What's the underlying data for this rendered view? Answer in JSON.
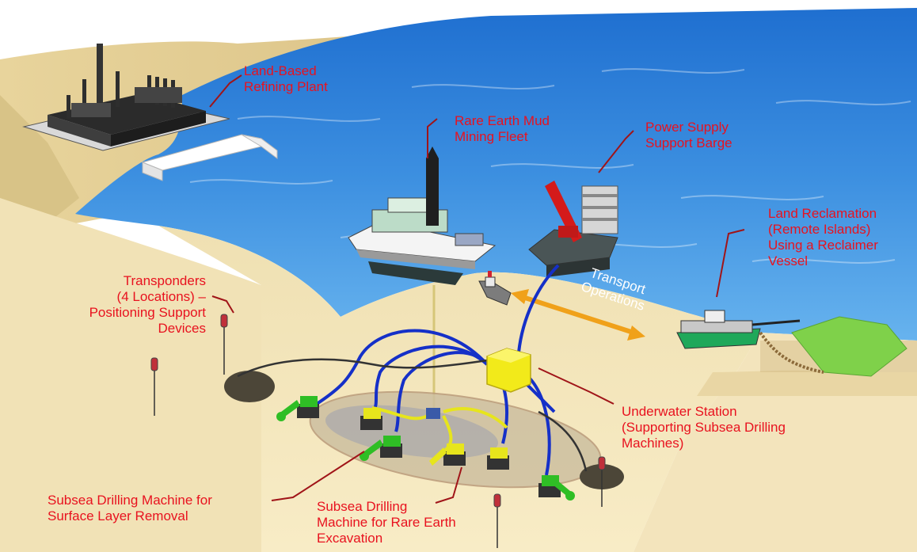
{
  "labels": {
    "refining_plant": [
      "Land-Based",
      "Refining Plant"
    ],
    "mining_fleet": [
      "Rare Earth Mud",
      "Mining Fleet"
    ],
    "power_barge": [
      "Power Supply",
      "Support Barge"
    ],
    "land_reclamation": [
      "Land Reclamation",
      "(Remote Islands)",
      "Using a Reclaimer",
      "Vessel"
    ],
    "transponders": [
      "Transponders",
      "(4 Locations) –",
      "Positioning Support",
      "Devices"
    ],
    "transport": [
      "Transport",
      "Operations"
    ],
    "underwater_station": [
      "Underwater Station",
      "(Supporting Subsea Drilling",
      "Machines)"
    ],
    "surface_drill": [
      "Subsea Drilling Machine for",
      "Surface Layer Removal"
    ],
    "rare_earth_drill": [
      "Subsea Drilling",
      "Machine for Rare Earth",
      "Excavation"
    ]
  },
  "colors": {
    "label_text": "#e8121f",
    "leader_line": "#a01418",
    "sea": "#2f7fd6",
    "seabed": "#f4e6bb",
    "cable": "#1530c8",
    "station": "#f2ea1a",
    "surface_drill_machine": "#2fbe25",
    "rare_earth_drill_machine": "#e7e51c",
    "transport_arrow": "#f0a11a",
    "reclaimed_land": "#7fd14a"
  }
}
